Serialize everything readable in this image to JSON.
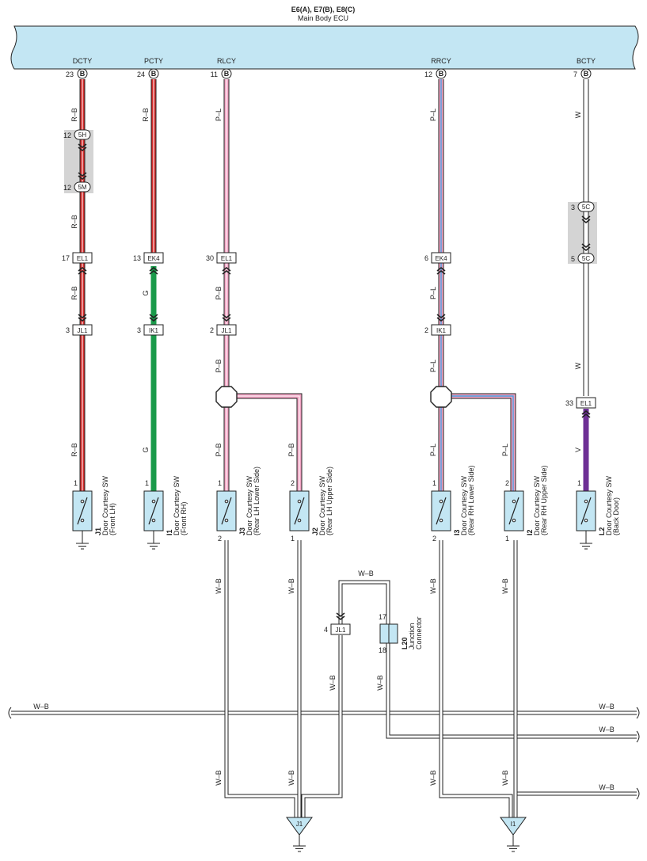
{
  "ecu": {
    "connectors": "E6(A), E7(B), E8(C)",
    "name": "Main Body ECU",
    "fill_color": "#c3e6f3",
    "terminals": [
      {
        "signal": "DCTY",
        "pin": "23",
        "letter": "B"
      },
      {
        "signal": "PCTY",
        "pin": "24",
        "letter": "B"
      },
      {
        "signal": "RLCY",
        "pin": "11",
        "letter": "B"
      },
      {
        "signal": "RRCY",
        "pin": "12",
        "letter": "B"
      },
      {
        "signal": "BCTY",
        "pin": "7",
        "letter": "B"
      }
    ]
  },
  "wire_colors": {
    "R-B": "#d42a2a",
    "G": "#1a9a4a",
    "P-B": "#f2a3c3",
    "P-L": "#f2a3c3",
    "W": "#ffffff",
    "V": "#6e2f95",
    "W-B": "#ffffff",
    "shield_gray": "#d4d4d4"
  },
  "wire_labels": {
    "dcty": [
      "R–B",
      "R–B",
      "R–B",
      "R–B"
    ],
    "pcty": [
      "R–B",
      "G",
      "G"
    ],
    "rlcy": [
      "P–L",
      "P–B",
      "P–B",
      "P–B",
      "P–B"
    ],
    "rrcy": [
      "P–L",
      "P–L",
      "P–L",
      "P–L",
      "P–L"
    ],
    "bcty": [
      "W",
      "W",
      "V"
    ],
    "ground": [
      "W–B",
      "W–B",
      "W–B",
      "W–B",
      "W–B",
      "W–B",
      "W–B",
      "W–B",
      "W–B",
      "W–B",
      "W–B",
      "W–B",
      "W–B",
      "W–B",
      "W–B"
    ]
  },
  "junction_blocks": [
    {
      "id": "5H",
      "pin": "12"
    },
    {
      "id": "5M",
      "pin": "12"
    },
    {
      "id": "5C",
      "pin": "3"
    },
    {
      "id": "5C",
      "pin": "5"
    }
  ],
  "connectors": [
    {
      "id": "EL1",
      "pin": "17"
    },
    {
      "id": "EK4",
      "pin": "13"
    },
    {
      "id": "EL1",
      "pin": "30"
    },
    {
      "id": "EK4",
      "pin": "6"
    },
    {
      "id": "JL1",
      "pin": "3"
    },
    {
      "id": "IK1",
      "pin": "3"
    },
    {
      "id": "JL1",
      "pin": "2"
    },
    {
      "id": "IK1",
      "pin": "2"
    },
    {
      "id": "EL1",
      "pin": "33"
    },
    {
      "id": "JL1",
      "pin": "4"
    }
  ],
  "switches": [
    {
      "code": "J1",
      "name": "Door Courtesy SW",
      "position": "(Front LH)",
      "pin_top": "1",
      "pin_bottom": ""
    },
    {
      "code": "I1",
      "name": "Door Courtesy SW",
      "position": "(Front RH)",
      "pin_top": "1",
      "pin_bottom": ""
    },
    {
      "code": "J3",
      "name": "Door Courtesy SW",
      "position": "(Rear LH Lower Side)",
      "pin_top": "1",
      "pin_bottom": "2"
    },
    {
      "code": "J2",
      "name": "Door Courtesy SW",
      "position": "(Rear LH Upper Side)",
      "pin_top": "2",
      "pin_bottom": "1"
    },
    {
      "code": "I3",
      "name": "Door Courtesy SW",
      "position": "(Rear RH Lower Side)",
      "pin_top": "1",
      "pin_bottom": "2"
    },
    {
      "code": "I2",
      "name": "Door Courtesy SW",
      "position": "(Rear RH Upper Side)",
      "pin_top": "2",
      "pin_bottom": "1"
    },
    {
      "code": "L2",
      "name": "Door Courtesy SW",
      "position": "(Back Door)",
      "pin_top": "1",
      "pin_bottom": ""
    }
  ],
  "junction_connector": {
    "code": "L20",
    "line1": "Junction",
    "line2": "Connector",
    "pin_top": "17",
    "pin_bottom": "18"
  },
  "grounds": [
    {
      "label": "J1"
    },
    {
      "label": "I1"
    }
  ]
}
